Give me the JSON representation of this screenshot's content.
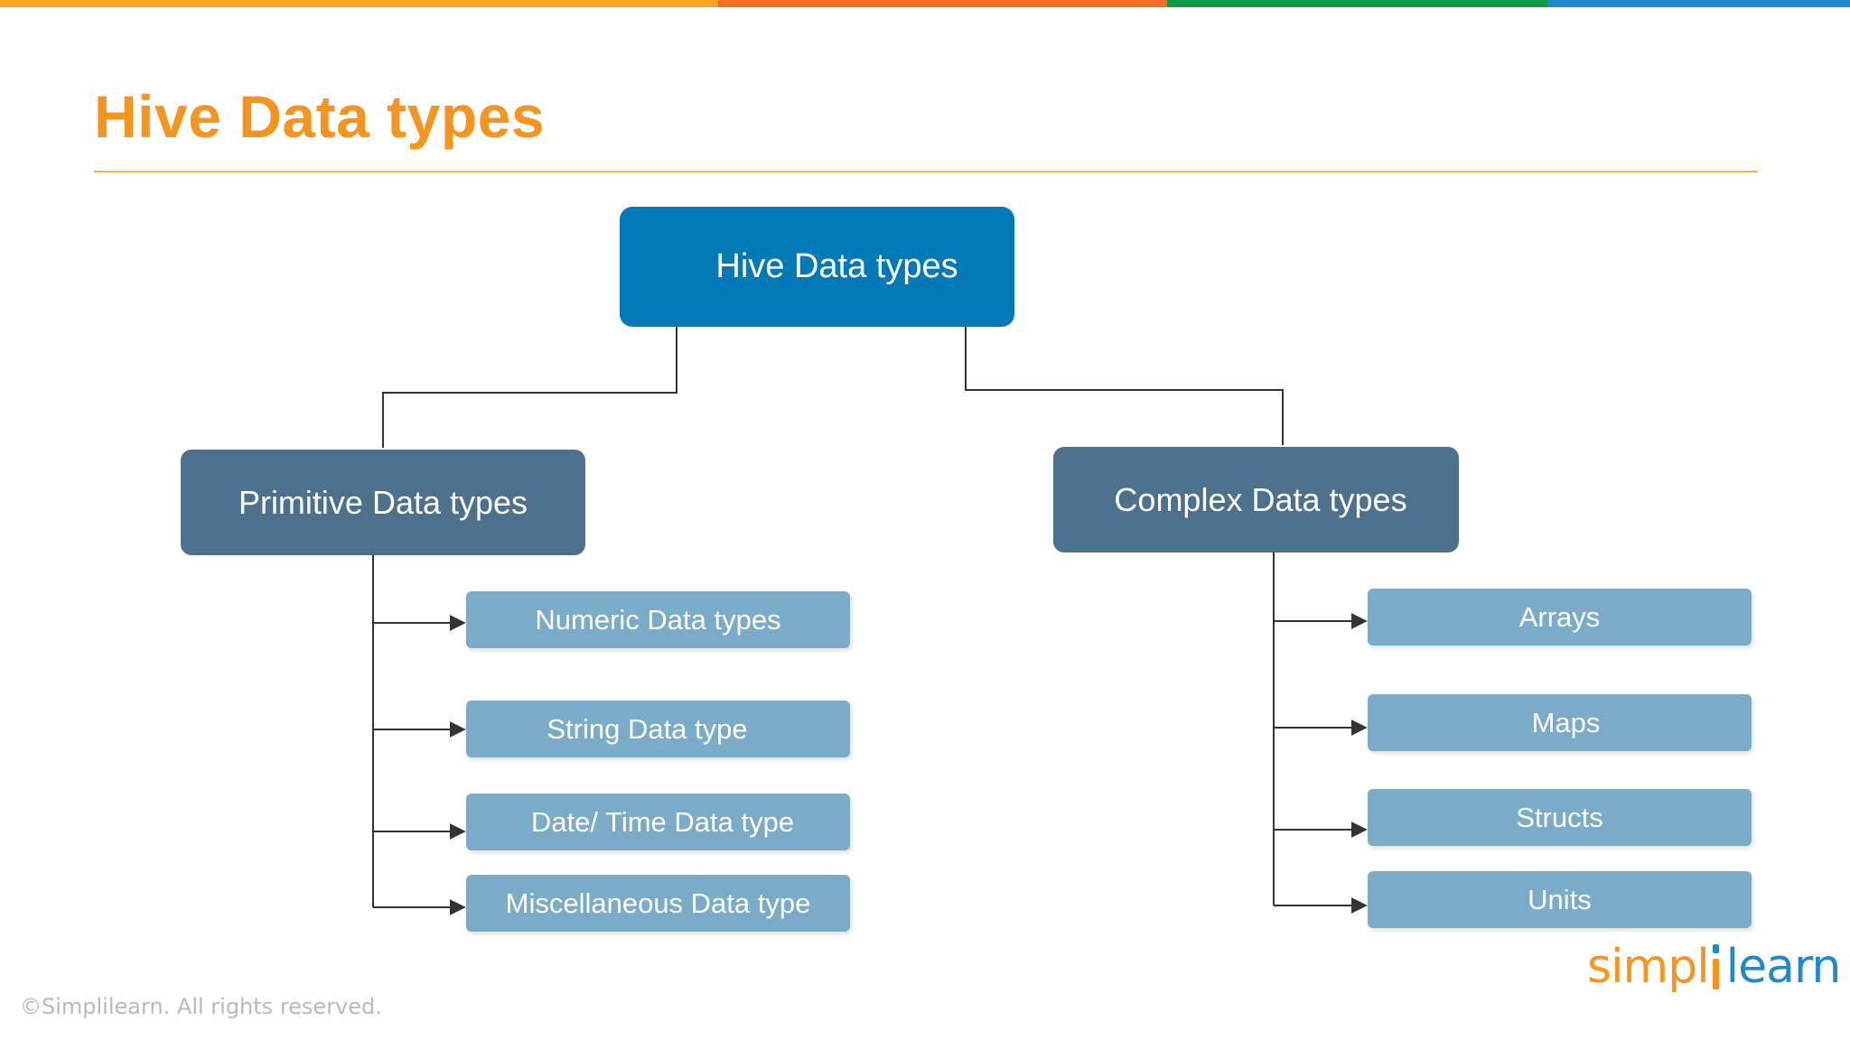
{
  "slide": {
    "title": "Hive Data types",
    "copyright": "©Simplilearn. All rights reserved.",
    "brand_colors": [
      "#F6A623",
      "#F26D21",
      "#109A48",
      "#1C8ACB"
    ],
    "title_color": "#F7941D",
    "rule_color": "#F7B548"
  },
  "logo": {
    "text_part1": "simpl",
    "text_part2": "learn",
    "color_part1": "#F7941D",
    "color_part2": "#1C8ACB",
    "dot_color": "#1C8ACB",
    "stem_color": "#F7941D"
  },
  "diagram": {
    "root": {
      "label": "Hive Data types",
      "color": "#0479B8"
    },
    "primitive": {
      "label": "Primitive Data types",
      "color": "#4D718C",
      "children_color": "#7AACC9",
      "children": [
        "Numeric Data types",
        "String Data type",
        "Date/ Time Data type",
        "Miscellaneous Data type"
      ]
    },
    "complex": {
      "label": "Complex Data types",
      "color": "#4D718C",
      "children_color": "#7AACC9",
      "children": [
        "Arrays",
        "Maps",
        "Structs",
        "Units"
      ]
    },
    "connector_color": "#333333"
  }
}
